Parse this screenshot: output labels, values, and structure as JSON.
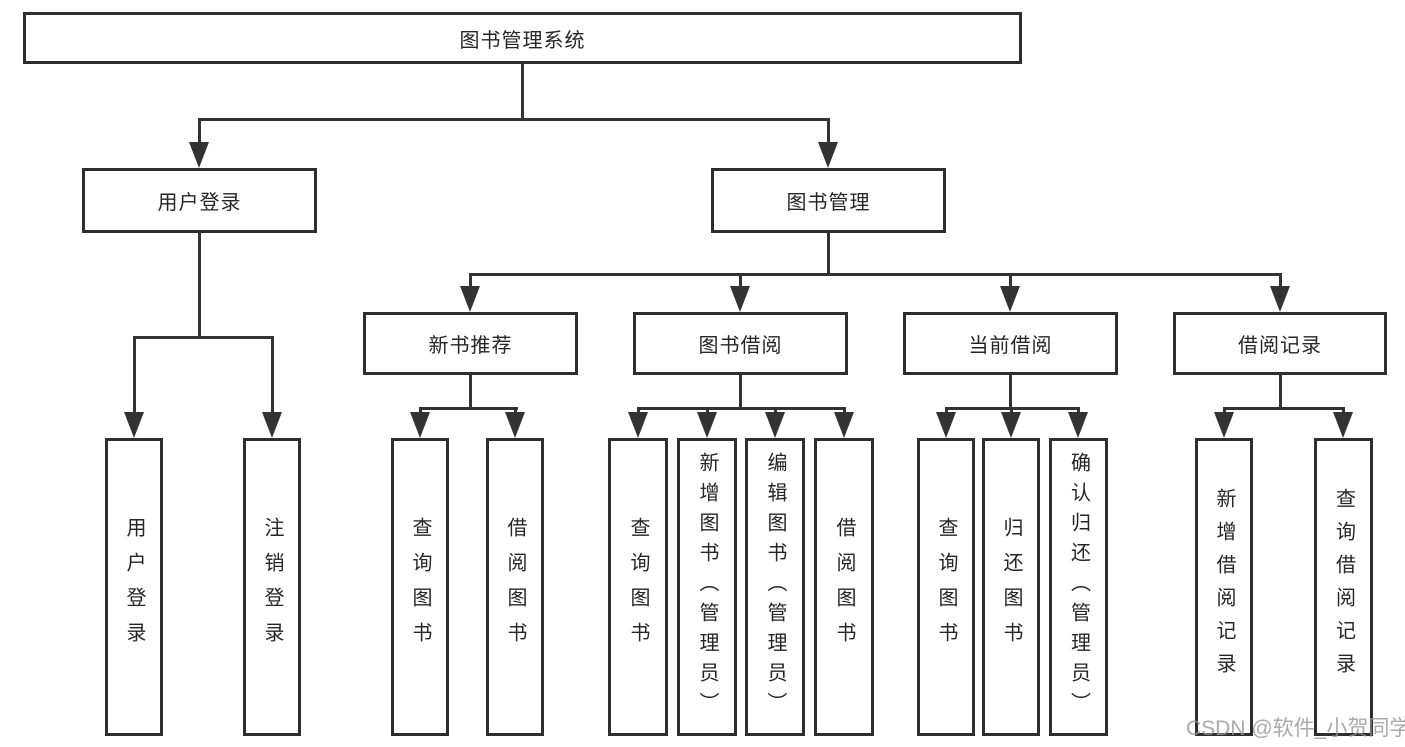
{
  "root": {
    "label": "图书管理系统"
  },
  "branches": {
    "user_login": {
      "label": "用户登录",
      "children": [
        {
          "label": "用户登录"
        },
        {
          "label": "注销登录"
        }
      ]
    },
    "book_management": {
      "label": "图书管理",
      "sections": {
        "new_book_recommend": {
          "label": "新书推荐",
          "children": [
            {
              "label": "查询图书"
            },
            {
              "label": "借阅图书"
            }
          ]
        },
        "book_borrowing": {
          "label": "图书借阅",
          "children": [
            {
              "label": "查询图书"
            },
            {
              "label": "新增图书（管理员）"
            },
            {
              "label": "编辑图书（管理员）"
            },
            {
              "label": "借阅图书"
            }
          ]
        },
        "current_borrowing": {
          "label": "当前借阅",
          "children": [
            {
              "label": "查询图书"
            },
            {
              "label": "归还图书"
            },
            {
              "label": "确认归还（管理员）"
            }
          ]
        },
        "borrowing_records": {
          "label": "借阅记录",
          "children": [
            {
              "label": "新增借阅记录"
            },
            {
              "label": "查询借阅记录"
            }
          ]
        }
      }
    }
  },
  "watermark": {
    "text": "CSDN @软件_小贺同学"
  },
  "colors": {
    "line": "#333333",
    "box_border": "#2e2e2e",
    "box_fill": "#ffffff",
    "text": "#262626",
    "watermark": "#969696",
    "background": "#ffffff"
  }
}
